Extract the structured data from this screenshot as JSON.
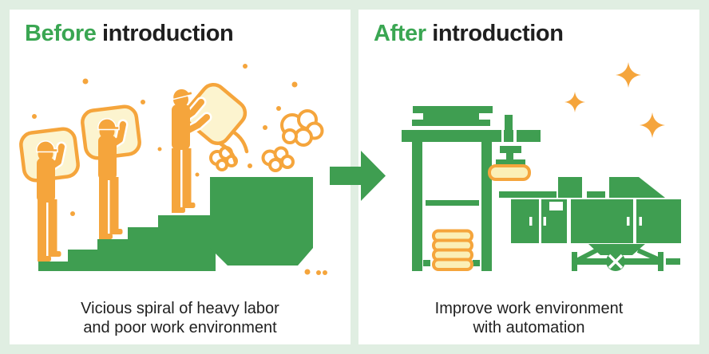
{
  "infographic": {
    "background_color": "#E0EEE2",
    "panel_color": "#FFFFFF",
    "accent_green": "#3F9E51",
    "title_green": "#3AA652",
    "accent_orange": "#F5A53C",
    "sack_fill_light": "#FCF4CF",
    "sack_fill_deep": "#FBEFB6",
    "text_color": "#1F1F1F"
  },
  "before_panel": {
    "title_highlight": "Before",
    "title_rest": "introduction",
    "caption_line1": "Vicious spiral of heavy labor",
    "caption_line2": "and poor work environment"
  },
  "after_panel": {
    "title_highlight": "After",
    "title_rest": "introduction",
    "caption_line1": "Improve work environment",
    "caption_line2": "with automation"
  },
  "icons": {
    "arrow": "right-arrow",
    "sparkle": "sparkle-star",
    "steam": "steam-cloud",
    "worker": "worker-carrying-sack",
    "machinery": "automated-machinery"
  }
}
